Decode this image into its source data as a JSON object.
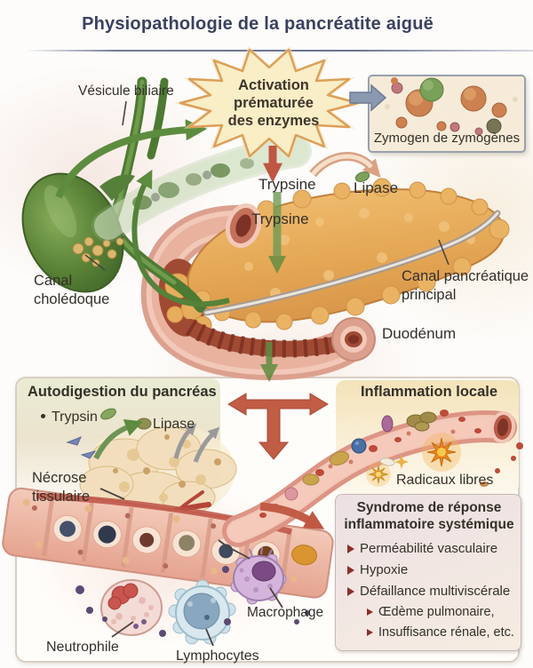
{
  "title": "Physiopathologie de la pancréatite aiguë",
  "colors": {
    "title_navy": "#3a4161",
    "ink": "#33302a",
    "arrow_red": "#c15c45",
    "arrow_green": "#5d8c3f",
    "sirs_bullet_red": "#8c2f2a",
    "starburst_fill": "#f9eec6",
    "starburst_border": "#dd9f58",
    "autodigestion_bg": "#e9ecd3",
    "inflammation_bg": "#f4e3b8",
    "sirs_bg": "#ece0e3",
    "zymogen_border": "#97a0ae"
  },
  "top": {
    "gallbladder_label": "Vésicule biliaire",
    "activation_line1": "Activation",
    "activation_line2": "prématurée",
    "activation_line3": "des enzymes",
    "zymogen_label": "Zymogen de zymogènes",
    "trypsine_1": "Trypsine",
    "lipase": "Lipase",
    "trypsine_2": "Trypsine",
    "bile_duct_line1": "Canal",
    "bile_duct_line2": "cholédoque",
    "panc_duct_line1": "Canal pancréatique",
    "panc_duct_line2": "principal",
    "duodenum_label": "Duodénum"
  },
  "bottom": {
    "autodigestion": {
      "title": "Autodigestion du pancréas",
      "bullet": "Trypsin",
      "lipase": "Lipase",
      "necrosis_line1": "Nécrose",
      "necrosis_line2": "tissulaire"
    },
    "inflammation": {
      "title": "Inflammation locale",
      "radicals": "Radicaux libres"
    },
    "sirs": {
      "title_line1": "Syndrome de réponse",
      "title_line2": "inflammatoire systémique",
      "bullets": [
        "Perméabilité vasculaire",
        "Hypoxie",
        "Défaillance multiviscérale"
      ],
      "sub_bullets": [
        "Œdème pulmonaire,",
        "Insuffisance rénale, etc."
      ]
    },
    "cells": {
      "neutrophil": "Neutrophile",
      "lymphocyte": "Lymphocytes",
      "macrophage": "Macrophage"
    }
  }
}
